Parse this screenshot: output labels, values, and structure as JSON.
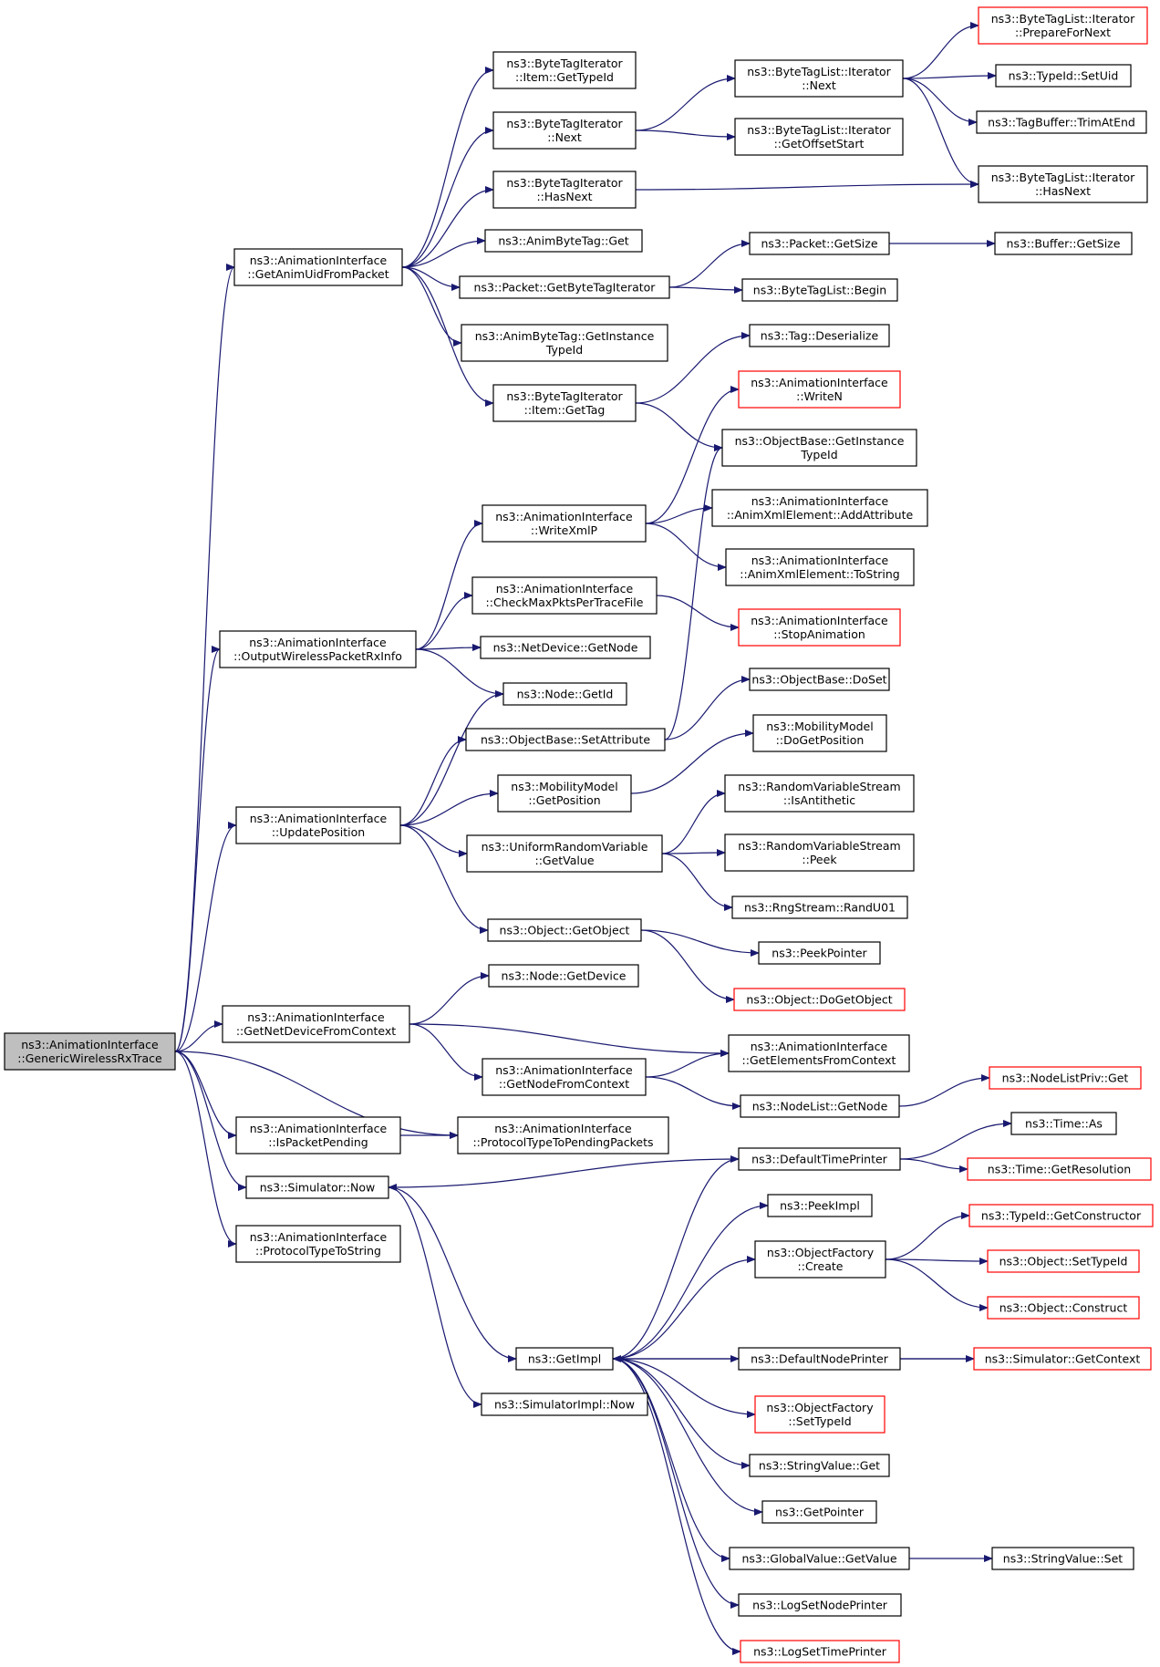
{
  "colors": {
    "edge": "#191970",
    "default_border": "#000000",
    "red_border": "#ff0000",
    "root_fill": "#bfbfbf"
  },
  "nodes": [
    {
      "id": "GenericWirelessRxTrace",
      "lines": [
        "ns3::AnimationInterface",
        "::GenericWirelessRxTrace"
      ],
      "root": true
    },
    {
      "id": "GetAnimUidFromPacket",
      "lines": [
        "ns3::AnimationInterface",
        "::GetAnimUidFromPacket"
      ]
    },
    {
      "id": "BTI_Item_GetTypeId",
      "lines": [
        "ns3::ByteTagIterator",
        "::Item::GetTypeId"
      ]
    },
    {
      "id": "BTI_Next",
      "lines": [
        "ns3::ByteTagIterator",
        "::Next"
      ]
    },
    {
      "id": "BTI_HasNext",
      "lines": [
        "ns3::ByteTagIterator",
        "::HasNext"
      ]
    },
    {
      "id": "AnimByteTag_Get",
      "lines": [
        "ns3::AnimByteTag::Get"
      ]
    },
    {
      "id": "Packet_GetByteTagIterator",
      "lines": [
        "ns3::Packet::GetByteTagIterator"
      ]
    },
    {
      "id": "AnimByteTag_GetInstanceTypeId",
      "lines": [
        "ns3::AnimByteTag::GetInstance",
        "TypeId"
      ]
    },
    {
      "id": "BTI_Item_GetTag",
      "lines": [
        "ns3::ByteTagIterator",
        "::Item::GetTag"
      ]
    },
    {
      "id": "BTLI_Next",
      "lines": [
        "ns3::ByteTagList::Iterator",
        "::Next"
      ]
    },
    {
      "id": "BTLI_GetOffsetStart",
      "lines": [
        "ns3::ByteTagList::Iterator",
        "::GetOffsetStart"
      ]
    },
    {
      "id": "BTLI_PrepareForNext",
      "lines": [
        "ns3::ByteTagList::Iterator",
        "::PrepareForNext"
      ],
      "red": true
    },
    {
      "id": "TypeId_SetUid",
      "lines": [
        "ns3::TypeId::SetUid"
      ]
    },
    {
      "id": "TagBuffer_TrimAtEnd",
      "lines": [
        "ns3::TagBuffer::TrimAtEnd"
      ]
    },
    {
      "id": "BTLI_HasNext",
      "lines": [
        "ns3::ByteTagList::Iterator",
        "::HasNext"
      ]
    },
    {
      "id": "Packet_GetSize",
      "lines": [
        "ns3::Packet::GetSize"
      ]
    },
    {
      "id": "Buffer_GetSize",
      "lines": [
        "ns3::Buffer::GetSize"
      ]
    },
    {
      "id": "ByteTagList_Begin",
      "lines": [
        "ns3::ByteTagList::Begin"
      ]
    },
    {
      "id": "Tag_Deserialize",
      "lines": [
        "ns3::Tag::Deserialize"
      ]
    },
    {
      "id": "AI_WriteN",
      "lines": [
        "ns3::AnimationInterface",
        "::WriteN"
      ],
      "red": true
    },
    {
      "id": "ObjectBase_GetInstanceTypeId",
      "lines": [
        "ns3::ObjectBase::GetInstance",
        "TypeId"
      ]
    },
    {
      "id": "AI_WriteXmlP",
      "lines": [
        "ns3::AnimationInterface",
        "::WriteXmlP"
      ]
    },
    {
      "id": "AI_AddAttribute",
      "lines": [
        "ns3::AnimationInterface",
        "::AnimXmlElement::AddAttribute"
      ]
    },
    {
      "id": "AI_ToString",
      "lines": [
        "ns3::AnimationInterface",
        "::AnimXmlElement::ToString"
      ]
    },
    {
      "id": "AI_OutputWirelessPacketRxInfo",
      "lines": [
        "ns3::AnimationInterface",
        "::OutputWirelessPacketRxInfo"
      ]
    },
    {
      "id": "AI_CheckMaxPktsPerTraceFile",
      "lines": [
        "ns3::AnimationInterface",
        "::CheckMaxPktsPerTraceFile"
      ]
    },
    {
      "id": "AI_StopAnimation",
      "lines": [
        "ns3::AnimationInterface",
        "::StopAnimation"
      ],
      "red": true
    },
    {
      "id": "NetDevice_GetNode",
      "lines": [
        "ns3::NetDevice::GetNode"
      ]
    },
    {
      "id": "Node_GetId",
      "lines": [
        "ns3::Node::GetId"
      ]
    },
    {
      "id": "ObjectBase_DoSet",
      "lines": [
        "ns3::ObjectBase::DoSet"
      ]
    },
    {
      "id": "ObjectBase_SetAttribute",
      "lines": [
        "ns3::ObjectBase::SetAttribute"
      ]
    },
    {
      "id": "MobilityModel_DoGetPosition",
      "lines": [
        "ns3::MobilityModel",
        "::DoGetPosition"
      ]
    },
    {
      "id": "AI_UpdatePosition",
      "lines": [
        "ns3::AnimationInterface",
        "::UpdatePosition"
      ]
    },
    {
      "id": "MobilityModel_GetPosition",
      "lines": [
        "ns3::MobilityModel",
        "::GetPosition"
      ]
    },
    {
      "id": "RVS_IsAntithetic",
      "lines": [
        "ns3::RandomVariableStream",
        "::IsAntithetic"
      ]
    },
    {
      "id": "URV_GetValue",
      "lines": [
        "ns3::UniformRandomVariable",
        "::GetValue"
      ]
    },
    {
      "id": "RVS_Peek",
      "lines": [
        "ns3::RandomVariableStream",
        "::Peek"
      ]
    },
    {
      "id": "RngStream_RandU01",
      "lines": [
        "ns3::RngStream::RandU01"
      ]
    },
    {
      "id": "Object_GetObject",
      "lines": [
        "ns3::Object::GetObject"
      ]
    },
    {
      "id": "PeekPointer",
      "lines": [
        "ns3::PeekPointer"
      ]
    },
    {
      "id": "Node_GetDevice",
      "lines": [
        "ns3::Node::GetDevice"
      ]
    },
    {
      "id": "Object_DoGetObject",
      "lines": [
        "ns3::Object::DoGetObject"
      ],
      "red": true
    },
    {
      "id": "AI_GetNetDeviceFromContext",
      "lines": [
        "ns3::AnimationInterface",
        "::GetNetDeviceFromContext"
      ]
    },
    {
      "id": "AI_GetElementsFromContext",
      "lines": [
        "ns3::AnimationInterface",
        "::GetElementsFromContext"
      ]
    },
    {
      "id": "AI_GetNodeFromContext",
      "lines": [
        "ns3::AnimationInterface",
        "::GetNodeFromContext"
      ]
    },
    {
      "id": "NodeListPriv_Get",
      "lines": [
        "ns3::NodeListPriv::Get"
      ],
      "red": true
    },
    {
      "id": "NodeList_GetNode",
      "lines": [
        "ns3::NodeList::GetNode"
      ]
    },
    {
      "id": "AI_IsPacketPending",
      "lines": [
        "ns3::AnimationInterface",
        "::IsPacketPending"
      ]
    },
    {
      "id": "AI_ProtocolTypeToPendingPackets",
      "lines": [
        "ns3::AnimationInterface",
        "::ProtocolTypeToPendingPackets"
      ]
    },
    {
      "id": "Time_As",
      "lines": [
        "ns3::Time::As"
      ]
    },
    {
      "id": "DefaultTimePrinter",
      "lines": [
        "ns3::DefaultTimePrinter"
      ]
    },
    {
      "id": "Simulator_Now",
      "lines": [
        "ns3::Simulator::Now"
      ]
    },
    {
      "id": "Time_GetResolution",
      "lines": [
        "ns3::Time::GetResolution"
      ],
      "red": true
    },
    {
      "id": "PeekImpl",
      "lines": [
        "ns3::PeekImpl"
      ]
    },
    {
      "id": "AI_ProtocolTypeToString",
      "lines": [
        "ns3::AnimationInterface",
        "::ProtocolTypeToString"
      ]
    },
    {
      "id": "TypeId_GetConstructor",
      "lines": [
        "ns3::TypeId::GetConstructor"
      ],
      "red": true
    },
    {
      "id": "ObjectFactory_Create",
      "lines": [
        "ns3::ObjectFactory",
        "::Create"
      ]
    },
    {
      "id": "Object_SetTypeId",
      "lines": [
        "ns3::Object::SetTypeId"
      ],
      "red": true
    },
    {
      "id": "Object_Construct",
      "lines": [
        "ns3::Object::Construct"
      ],
      "red": true
    },
    {
      "id": "GetImpl",
      "lines": [
        "ns3::GetImpl"
      ]
    },
    {
      "id": "DefaultNodePrinter",
      "lines": [
        "ns3::DefaultNodePrinter"
      ]
    },
    {
      "id": "Simulator_GetContext",
      "lines": [
        "ns3::Simulator::GetContext"
      ],
      "red": true
    },
    {
      "id": "SimulatorImpl_Now",
      "lines": [
        "ns3::SimulatorImpl::Now"
      ]
    },
    {
      "id": "ObjectFactory_SetTypeId",
      "lines": [
        "ns3::ObjectFactory",
        "::SetTypeId"
      ],
      "red": true
    },
    {
      "id": "StringValue_Get",
      "lines": [
        "ns3::StringValue::Get"
      ]
    },
    {
      "id": "GetPointer",
      "lines": [
        "ns3::GetPointer"
      ]
    },
    {
      "id": "GlobalValue_GetValue",
      "lines": [
        "ns3::GlobalValue::GetValue"
      ]
    },
    {
      "id": "StringValue_Set",
      "lines": [
        "ns3::StringValue::Set"
      ]
    },
    {
      "id": "LogSetNodePrinter",
      "lines": [
        "ns3::LogSetNodePrinter"
      ]
    },
    {
      "id": "LogSetTimePrinter",
      "lines": [
        "ns3::LogSetTimePrinter"
      ],
      "red": true
    }
  ],
  "edges": [
    [
      "GenericWirelessRxTrace",
      "GetAnimUidFromPacket"
    ],
    [
      "GenericWirelessRxTrace",
      "AI_OutputWirelessPacketRxInfo"
    ],
    [
      "GenericWirelessRxTrace",
      "AI_UpdatePosition"
    ],
    [
      "GenericWirelessRxTrace",
      "AI_GetNetDeviceFromContext"
    ],
    [
      "GenericWirelessRxTrace",
      "AI_ProtocolTypeToPendingPackets"
    ],
    [
      "GenericWirelessRxTrace",
      "AI_IsPacketPending"
    ],
    [
      "GenericWirelessRxTrace",
      "Simulator_Now"
    ],
    [
      "GenericWirelessRxTrace",
      "AI_ProtocolTypeToString"
    ],
    [
      "GetAnimUidFromPacket",
      "BTI_Item_GetTypeId"
    ],
    [
      "GetAnimUidFromPacket",
      "BTI_Next"
    ],
    [
      "GetAnimUidFromPacket",
      "BTI_HasNext"
    ],
    [
      "GetAnimUidFromPacket",
      "AnimByteTag_Get"
    ],
    [
      "GetAnimUidFromPacket",
      "Packet_GetByteTagIterator"
    ],
    [
      "GetAnimUidFromPacket",
      "AnimByteTag_GetInstanceTypeId"
    ],
    [
      "GetAnimUidFromPacket",
      "BTI_Item_GetTag"
    ],
    [
      "BTI_Next",
      "BTLI_Next"
    ],
    [
      "BTI_Next",
      "BTLI_GetOffsetStart"
    ],
    [
      "BTI_HasNext",
      "BTLI_HasNext"
    ],
    [
      "BTLI_Next",
      "BTLI_PrepareForNext"
    ],
    [
      "BTLI_Next",
      "TypeId_SetUid"
    ],
    [
      "BTLI_Next",
      "TagBuffer_TrimAtEnd"
    ],
    [
      "BTLI_Next",
      "BTLI_HasNext"
    ],
    [
      "Packet_GetByteTagIterator",
      "Packet_GetSize"
    ],
    [
      "Packet_GetByteTagIterator",
      "ByteTagList_Begin"
    ],
    [
      "Packet_GetSize",
      "Buffer_GetSize"
    ],
    [
      "BTI_Item_GetTag",
      "Tag_Deserialize"
    ],
    [
      "BTI_Item_GetTag",
      "ObjectBase_GetInstanceTypeId"
    ],
    [
      "AI_OutputWirelessPacketRxInfo",
      "AI_WriteXmlP"
    ],
    [
      "AI_OutputWirelessPacketRxInfo",
      "AI_CheckMaxPktsPerTraceFile"
    ],
    [
      "AI_OutputWirelessPacketRxInfo",
      "NetDevice_GetNode"
    ],
    [
      "AI_OutputWirelessPacketRxInfo",
      "Node_GetId"
    ],
    [
      "AI_WriteXmlP",
      "AI_WriteN"
    ],
    [
      "AI_WriteXmlP",
      "AI_AddAttribute"
    ],
    [
      "AI_WriteXmlP",
      "AI_ToString"
    ],
    [
      "AI_CheckMaxPktsPerTraceFile",
      "AI_StopAnimation"
    ],
    [
      "AI_UpdatePosition",
      "Node_GetId"
    ],
    [
      "AI_UpdatePosition",
      "ObjectBase_SetAttribute"
    ],
    [
      "AI_UpdatePosition",
      "MobilityModel_GetPosition"
    ],
    [
      "AI_UpdatePosition",
      "URV_GetValue"
    ],
    [
      "AI_UpdatePosition",
      "Object_GetObject"
    ],
    [
      "ObjectBase_SetAttribute",
      "ObjectBase_DoSet"
    ],
    [
      "ObjectBase_SetAttribute",
      "ObjectBase_GetInstanceTypeId"
    ],
    [
      "MobilityModel_GetPosition",
      "MobilityModel_DoGetPosition"
    ],
    [
      "URV_GetValue",
      "RVS_IsAntithetic"
    ],
    [
      "URV_GetValue",
      "RVS_Peek"
    ],
    [
      "URV_GetValue",
      "RngStream_RandU01"
    ],
    [
      "Object_GetObject",
      "PeekPointer"
    ],
    [
      "Object_GetObject",
      "Object_DoGetObject"
    ],
    [
      "AI_GetNetDeviceFromContext",
      "Node_GetDevice"
    ],
    [
      "AI_GetNetDeviceFromContext",
      "AI_GetElementsFromContext"
    ],
    [
      "AI_GetNetDeviceFromContext",
      "AI_GetNodeFromContext"
    ],
    [
      "AI_GetNodeFromContext",
      "AI_GetElementsFromContext"
    ],
    [
      "AI_GetNodeFromContext",
      "NodeList_GetNode"
    ],
    [
      "NodeList_GetNode",
      "NodeListPriv_Get"
    ],
    [
      "AI_IsPacketPending",
      "AI_ProtocolTypeToPendingPackets"
    ],
    [
      "Simulator_Now",
      "GetImpl"
    ],
    [
      "Simulator_Now",
      "SimulatorImpl_Now"
    ],
    [
      "DefaultTimePrinter",
      "Simulator_Now"
    ],
    [
      "DefaultTimePrinter",
      "Time_As"
    ],
    [
      "DefaultTimePrinter",
      "Time_GetResolution"
    ],
    [
      "GetImpl",
      "DefaultTimePrinter"
    ],
    [
      "GetImpl",
      "PeekImpl"
    ],
    [
      "GetImpl",
      "ObjectFactory_Create"
    ],
    [
      "GetImpl",
      "DefaultNodePrinter"
    ],
    [
      "GetImpl",
      "ObjectFactory_SetTypeId"
    ],
    [
      "GetImpl",
      "StringValue_Get"
    ],
    [
      "GetImpl",
      "GetPointer"
    ],
    [
      "GetImpl",
      "GlobalValue_GetValue"
    ],
    [
      "GetImpl",
      "LogSetNodePrinter"
    ],
    [
      "GetImpl",
      "LogSetTimePrinter"
    ],
    [
      "ObjectFactory_Create",
      "TypeId_GetConstructor"
    ],
    [
      "ObjectFactory_Create",
      "Object_SetTypeId"
    ],
    [
      "ObjectFactory_Create",
      "Object_Construct"
    ],
    [
      "DefaultNodePrinter",
      "Simulator_GetContext"
    ],
    [
      "Simulator_GetContext",
      "GetImpl"
    ],
    [
      "GlobalValue_GetValue",
      "StringValue_Set"
    ]
  ]
}
